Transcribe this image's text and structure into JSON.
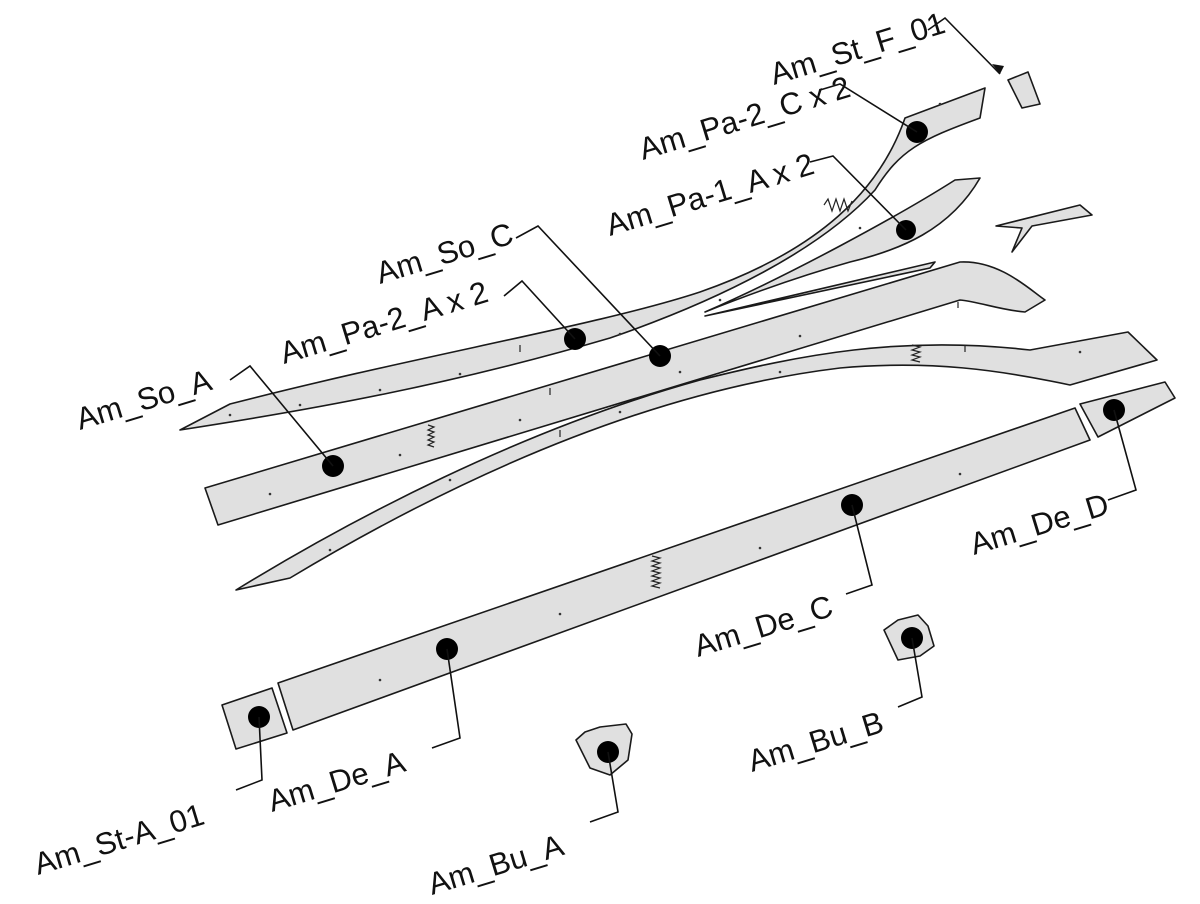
{
  "labels": {
    "st_f_01": "Am_St_F_01",
    "pa2_c": "Am_Pa-2_C x 2",
    "pa1_a": "Am_Pa-1_A x 2",
    "so_c": "Am_So_C",
    "pa2_a": "Am_Pa-2_A x 2",
    "so_a": "Am_So_A",
    "de_d": "Am_De_D",
    "de_c": "Am_De_C",
    "de_a": "Am_De_A",
    "st_a_01": "Am_St-A_01",
    "bu_a": "Am_Bu_A",
    "bu_b": "Am_Bu_B"
  }
}
